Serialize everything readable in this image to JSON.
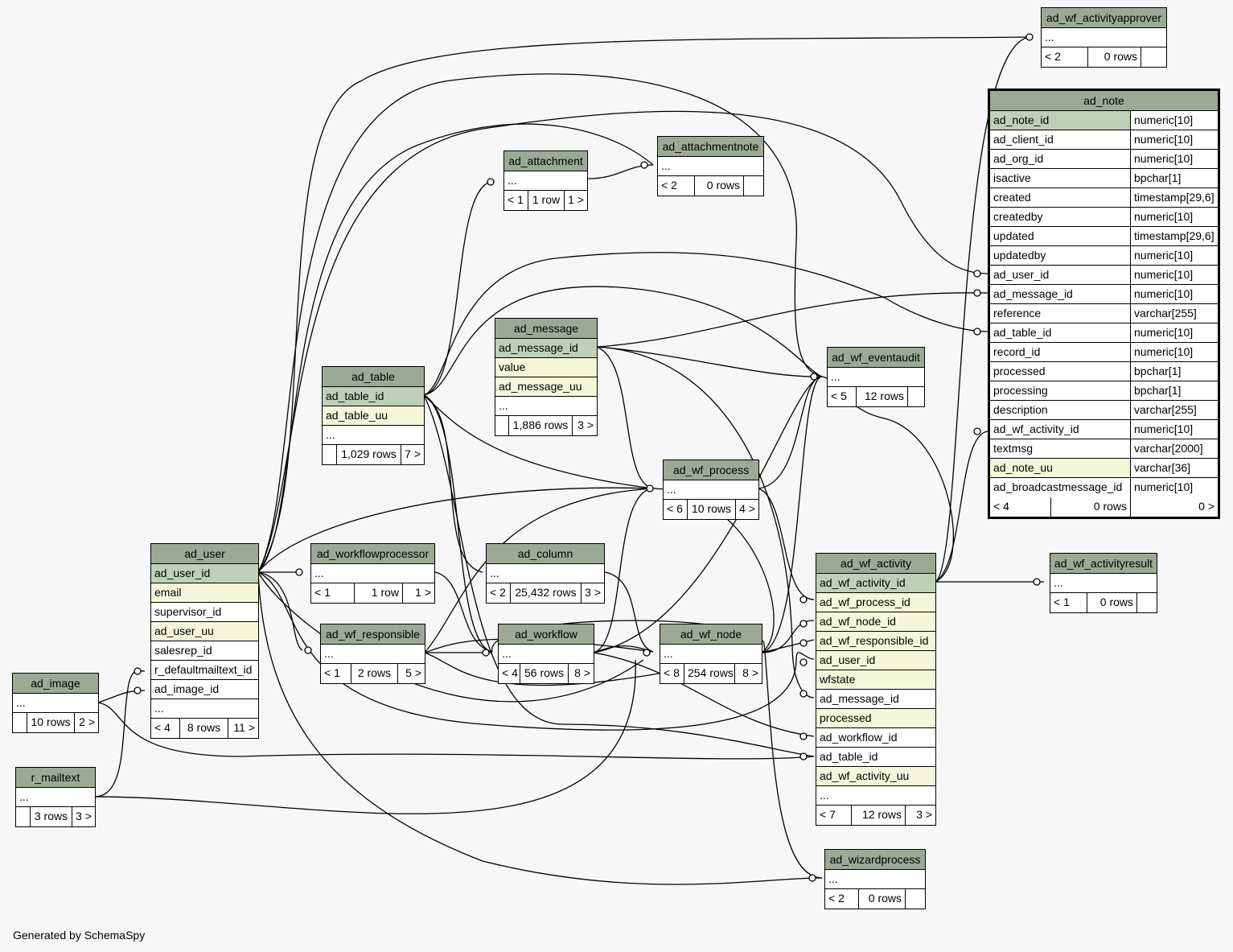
{
  "credit": "Generated by SchemaSpy",
  "tables": {
    "ad_wf_activityapprover": {
      "name": "ad_wf_activityapprover",
      "cols": [
        "..."
      ],
      "foot": [
        "< 2",
        "0 rows",
        ""
      ]
    },
    "ad_note": {
      "name": "ad_note",
      "cols": [
        [
          "ad_note_id",
          "numeric[10]"
        ],
        [
          "ad_client_id",
          "numeric[10]"
        ],
        [
          "ad_org_id",
          "numeric[10]"
        ],
        [
          "isactive",
          "bpchar[1]"
        ],
        [
          "created",
          "timestamp[29,6]"
        ],
        [
          "createdby",
          "numeric[10]"
        ],
        [
          "updated",
          "timestamp[29,6]"
        ],
        [
          "updatedby",
          "numeric[10]"
        ],
        [
          "ad_user_id",
          "numeric[10]"
        ],
        [
          "ad_message_id",
          "numeric[10]"
        ],
        [
          "reference",
          "varchar[255]"
        ],
        [
          "ad_table_id",
          "numeric[10]"
        ],
        [
          "record_id",
          "numeric[10]"
        ],
        [
          "processed",
          "bpchar[1]"
        ],
        [
          "processing",
          "bpchar[1]"
        ],
        [
          "description",
          "varchar[255]"
        ],
        [
          "ad_wf_activity_id",
          "numeric[10]"
        ],
        [
          "textmsg",
          "varchar[2000]"
        ],
        [
          "ad_note_uu",
          "varchar[36]"
        ],
        [
          "ad_broadcastmessage_id",
          "numeric[10]"
        ]
      ],
      "foot": [
        "< 4",
        "0 rows",
        "0 >"
      ]
    },
    "ad_attachmentnote": {
      "name": "ad_attachmentnote",
      "cols": [
        "..."
      ],
      "foot": [
        "< 2",
        "0 rows",
        ""
      ]
    },
    "ad_attachment": {
      "name": "ad_attachment",
      "cols": [
        "..."
      ],
      "foot": [
        "< 1",
        "1 row",
        "1 >"
      ]
    },
    "ad_message": {
      "name": "ad_message",
      "cols": [
        "ad_message_id",
        "value",
        "ad_message_uu",
        "..."
      ],
      "foot": [
        "",
        "1,886 rows",
        "3 >"
      ]
    },
    "ad_wf_eventaudit": {
      "name": "ad_wf_eventaudit",
      "cols": [
        "..."
      ],
      "foot": [
        "< 5",
        "12 rows",
        ""
      ]
    },
    "ad_table": {
      "name": "ad_table",
      "cols": [
        "ad_table_id",
        "ad_table_uu",
        "..."
      ],
      "foot": [
        "",
        "1,029 rows",
        "7 >"
      ]
    },
    "ad_wf_process": {
      "name": "ad_wf_process",
      "cols": [
        "..."
      ],
      "foot": [
        "< 6",
        "10 rows",
        "4 >"
      ]
    },
    "ad_user": {
      "name": "ad_user",
      "cols": [
        "ad_user_id",
        "email",
        "supervisor_id",
        "ad_user_uu",
        "salesrep_id",
        "r_defaultmailtext_id",
        "ad_image_id",
        "..."
      ],
      "foot": [
        "< 4",
        "8 rows",
        "11 >"
      ]
    },
    "ad_workflowprocessor": {
      "name": "ad_workflowprocessor",
      "cols": [
        "..."
      ],
      "foot": [
        "< 1",
        "1 row",
        "1 >"
      ]
    },
    "ad_column": {
      "name": "ad_column",
      "cols": [
        "..."
      ],
      "foot": [
        "< 2",
        "25,432 rows",
        "3 >"
      ]
    },
    "ad_wf_activity": {
      "name": "ad_wf_activity",
      "cols": [
        "ad_wf_activity_id",
        "ad_wf_process_id",
        "ad_wf_node_id",
        "ad_wf_responsible_id",
        "ad_user_id",
        "wfstate",
        "ad_message_id",
        "processed",
        "ad_workflow_id",
        "ad_table_id",
        "ad_wf_activity_uu",
        "..."
      ],
      "foot": [
        "< 7",
        "12 rows",
        "3 >"
      ]
    },
    "ad_wf_activityresult": {
      "name": "ad_wf_activityresult",
      "cols": [
        "..."
      ],
      "foot": [
        "< 1",
        "0 rows",
        ""
      ]
    },
    "ad_wf_responsible": {
      "name": "ad_wf_responsible",
      "cols": [
        "..."
      ],
      "foot": [
        "< 1",
        "2 rows",
        "5 >"
      ]
    },
    "ad_workflow": {
      "name": "ad_workflow",
      "cols": [
        "..."
      ],
      "foot": [
        "< 4",
        "56 rows",
        "8 >"
      ]
    },
    "ad_wf_node": {
      "name": "ad_wf_node",
      "cols": [
        "..."
      ],
      "foot": [
        "< 8",
        "254 rows",
        "8 >"
      ]
    },
    "ad_image": {
      "name": "ad_image",
      "cols": [
        "..."
      ],
      "foot": [
        "",
        "10 rows",
        "2 >"
      ]
    },
    "r_mailtext": {
      "name": "r_mailtext",
      "cols": [
        "..."
      ],
      "foot": [
        "",
        "3 rows",
        "3 >"
      ]
    },
    "ad_wizardprocess": {
      "name": "ad_wizardprocess",
      "cols": [
        "..."
      ],
      "foot": [
        "< 2",
        "0 rows",
        ""
      ]
    }
  }
}
